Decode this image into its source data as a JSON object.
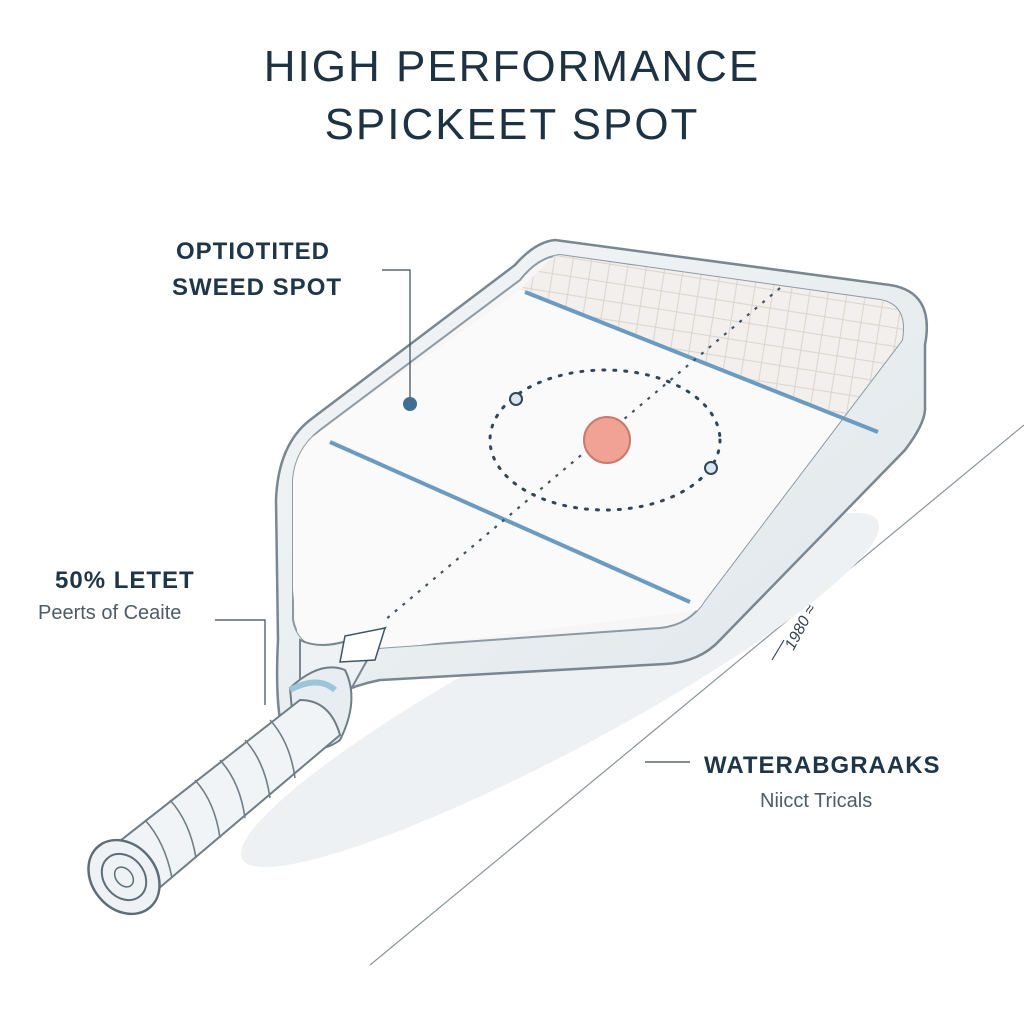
{
  "title": {
    "line1": "HIGH PERFORMANCE",
    "line2": "SPICKEET SPOT"
  },
  "callouts": {
    "sweet_spot": {
      "line1": "OPTIOTITED",
      "line2": "SWEED SPOT"
    },
    "letet": {
      "head": "50% LETET",
      "sub": "Peerts of Ceaite"
    },
    "water": {
      "head": "WATERABGRAAKS",
      "sub": "Niicct Tricals"
    }
  },
  "measurement": {
    "text": "1980 ≈"
  },
  "colors": {
    "ink": "#1d3344",
    "stripe": "#6c9bc0",
    "sweet_spot": "#f2a195",
    "paddle_edge": "#7a8790",
    "face": "#f6f6f6"
  }
}
